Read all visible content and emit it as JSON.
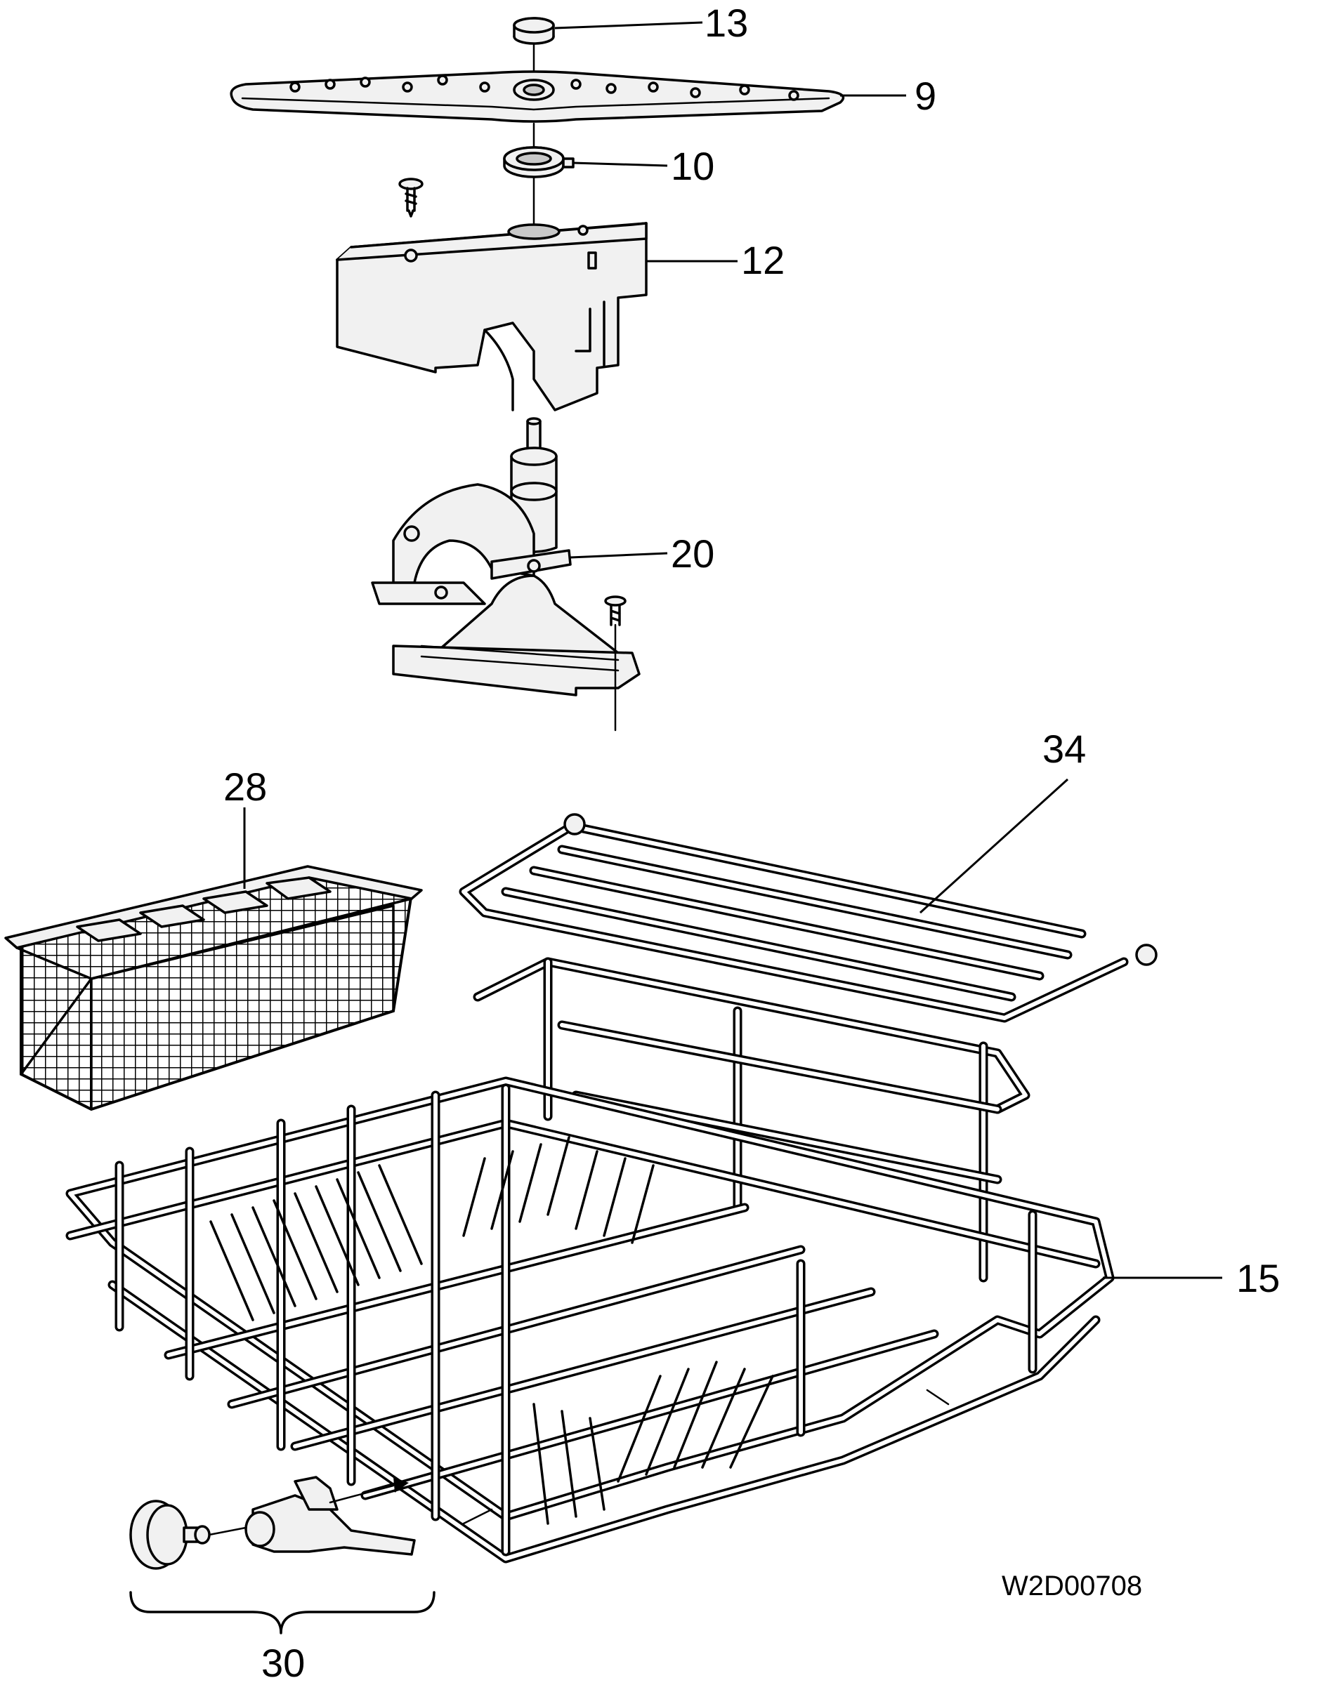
{
  "callouts": {
    "c13": "13",
    "c9": "9",
    "c10": "10",
    "c12": "12",
    "c20": "20",
    "c34": "34",
    "c28": "28",
    "c15": "15",
    "c30": "30"
  },
  "drawing_code": "W2D00708"
}
